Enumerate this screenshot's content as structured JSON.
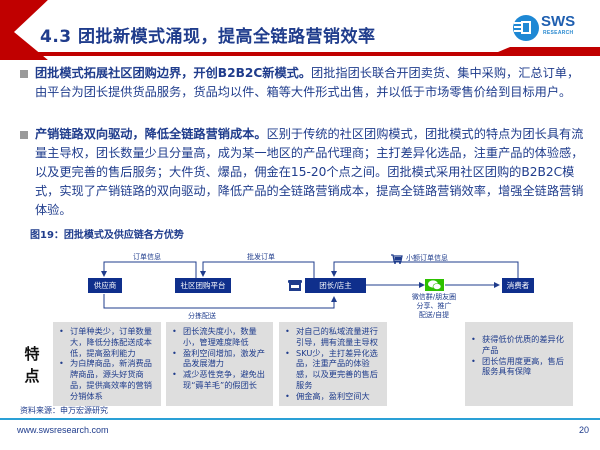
{
  "header": {
    "title": "4.3 团批新模式涌现，提高全链路营销效率",
    "logo_text": "SWS",
    "logo_sub": "RESEARCH",
    "accent_red": "#c00000",
    "accent_blue": "#1f3c8c"
  },
  "bullets": [
    {
      "bold": "团批模式拓展社区团购边界，开创B2B2C新模式。",
      "text": "团批指团长联合开团卖货、集中采购，汇总订单，由平台为团长提供货品服务，货品均以件、箱等大件形式出售，并以低于市场零售价给到目标用户。"
    },
    {
      "bold": "产销链路双向驱动，降低全链路营销成本。",
      "text": "区别于传统的社区团购模式，团批模式的特点为团长具有流量主导权，团长数量少且分量高，成为某一地区的产品代理商；主打差异化选品，注重产品的体验感，以及更完善的售后服务；大件货、爆品，佣金在15-20个点之间。团批模式采用社区团购的B2B2C模式，实现了产销链路的双向驱动，降低产品的全链路营销成本，提高全链路营销效率，增强全链路营销体验。"
    }
  ],
  "figure": {
    "title": "图19：团批模式及供应链各方优势",
    "nodes": {
      "supplier": "供应商",
      "platform": "社区团购平台",
      "leader": "团长/店主",
      "consumer": "消费者"
    },
    "edges": {
      "order_info": "订单信息",
      "wholesale_order": "批发订单",
      "small_order": "小额订单信息",
      "sorting_delivery": "分拣配送",
      "wechat_lines": [
        "微信群/朋友圈",
        "分享、推广",
        "配送/自提"
      ]
    },
    "features_label": [
      "特",
      "点"
    ],
    "feature_boxes": [
      [
        "订单种类少，订单数量大，降低分拣配送成本低，提高盈利能力",
        "为白牌商品，新消费品牌商品，源头好货商品，提供高效率的营销分销体系"
      ],
      [
        "团长流失度小，数量小，管理难度降低",
        "盈利空间增加，激发产品发展潜力",
        "减少恶性竞争，避免出现“薅羊毛”的假团长"
      ],
      [
        "对自己的私域流量进行引导，拥有流量主导权",
        "SKU少，主打差异化选品，注重产品的体验感，以及更完善的售后服务",
        "佣金高，盈利空间大"
      ],
      [
        "获得低价优质的差异化产品",
        "团长信用度更高，售后服务具有保障"
      ]
    ]
  },
  "footer": {
    "source": "资料来源：申万宏源研究",
    "url": "www.swsresearch.com",
    "page": "20"
  }
}
